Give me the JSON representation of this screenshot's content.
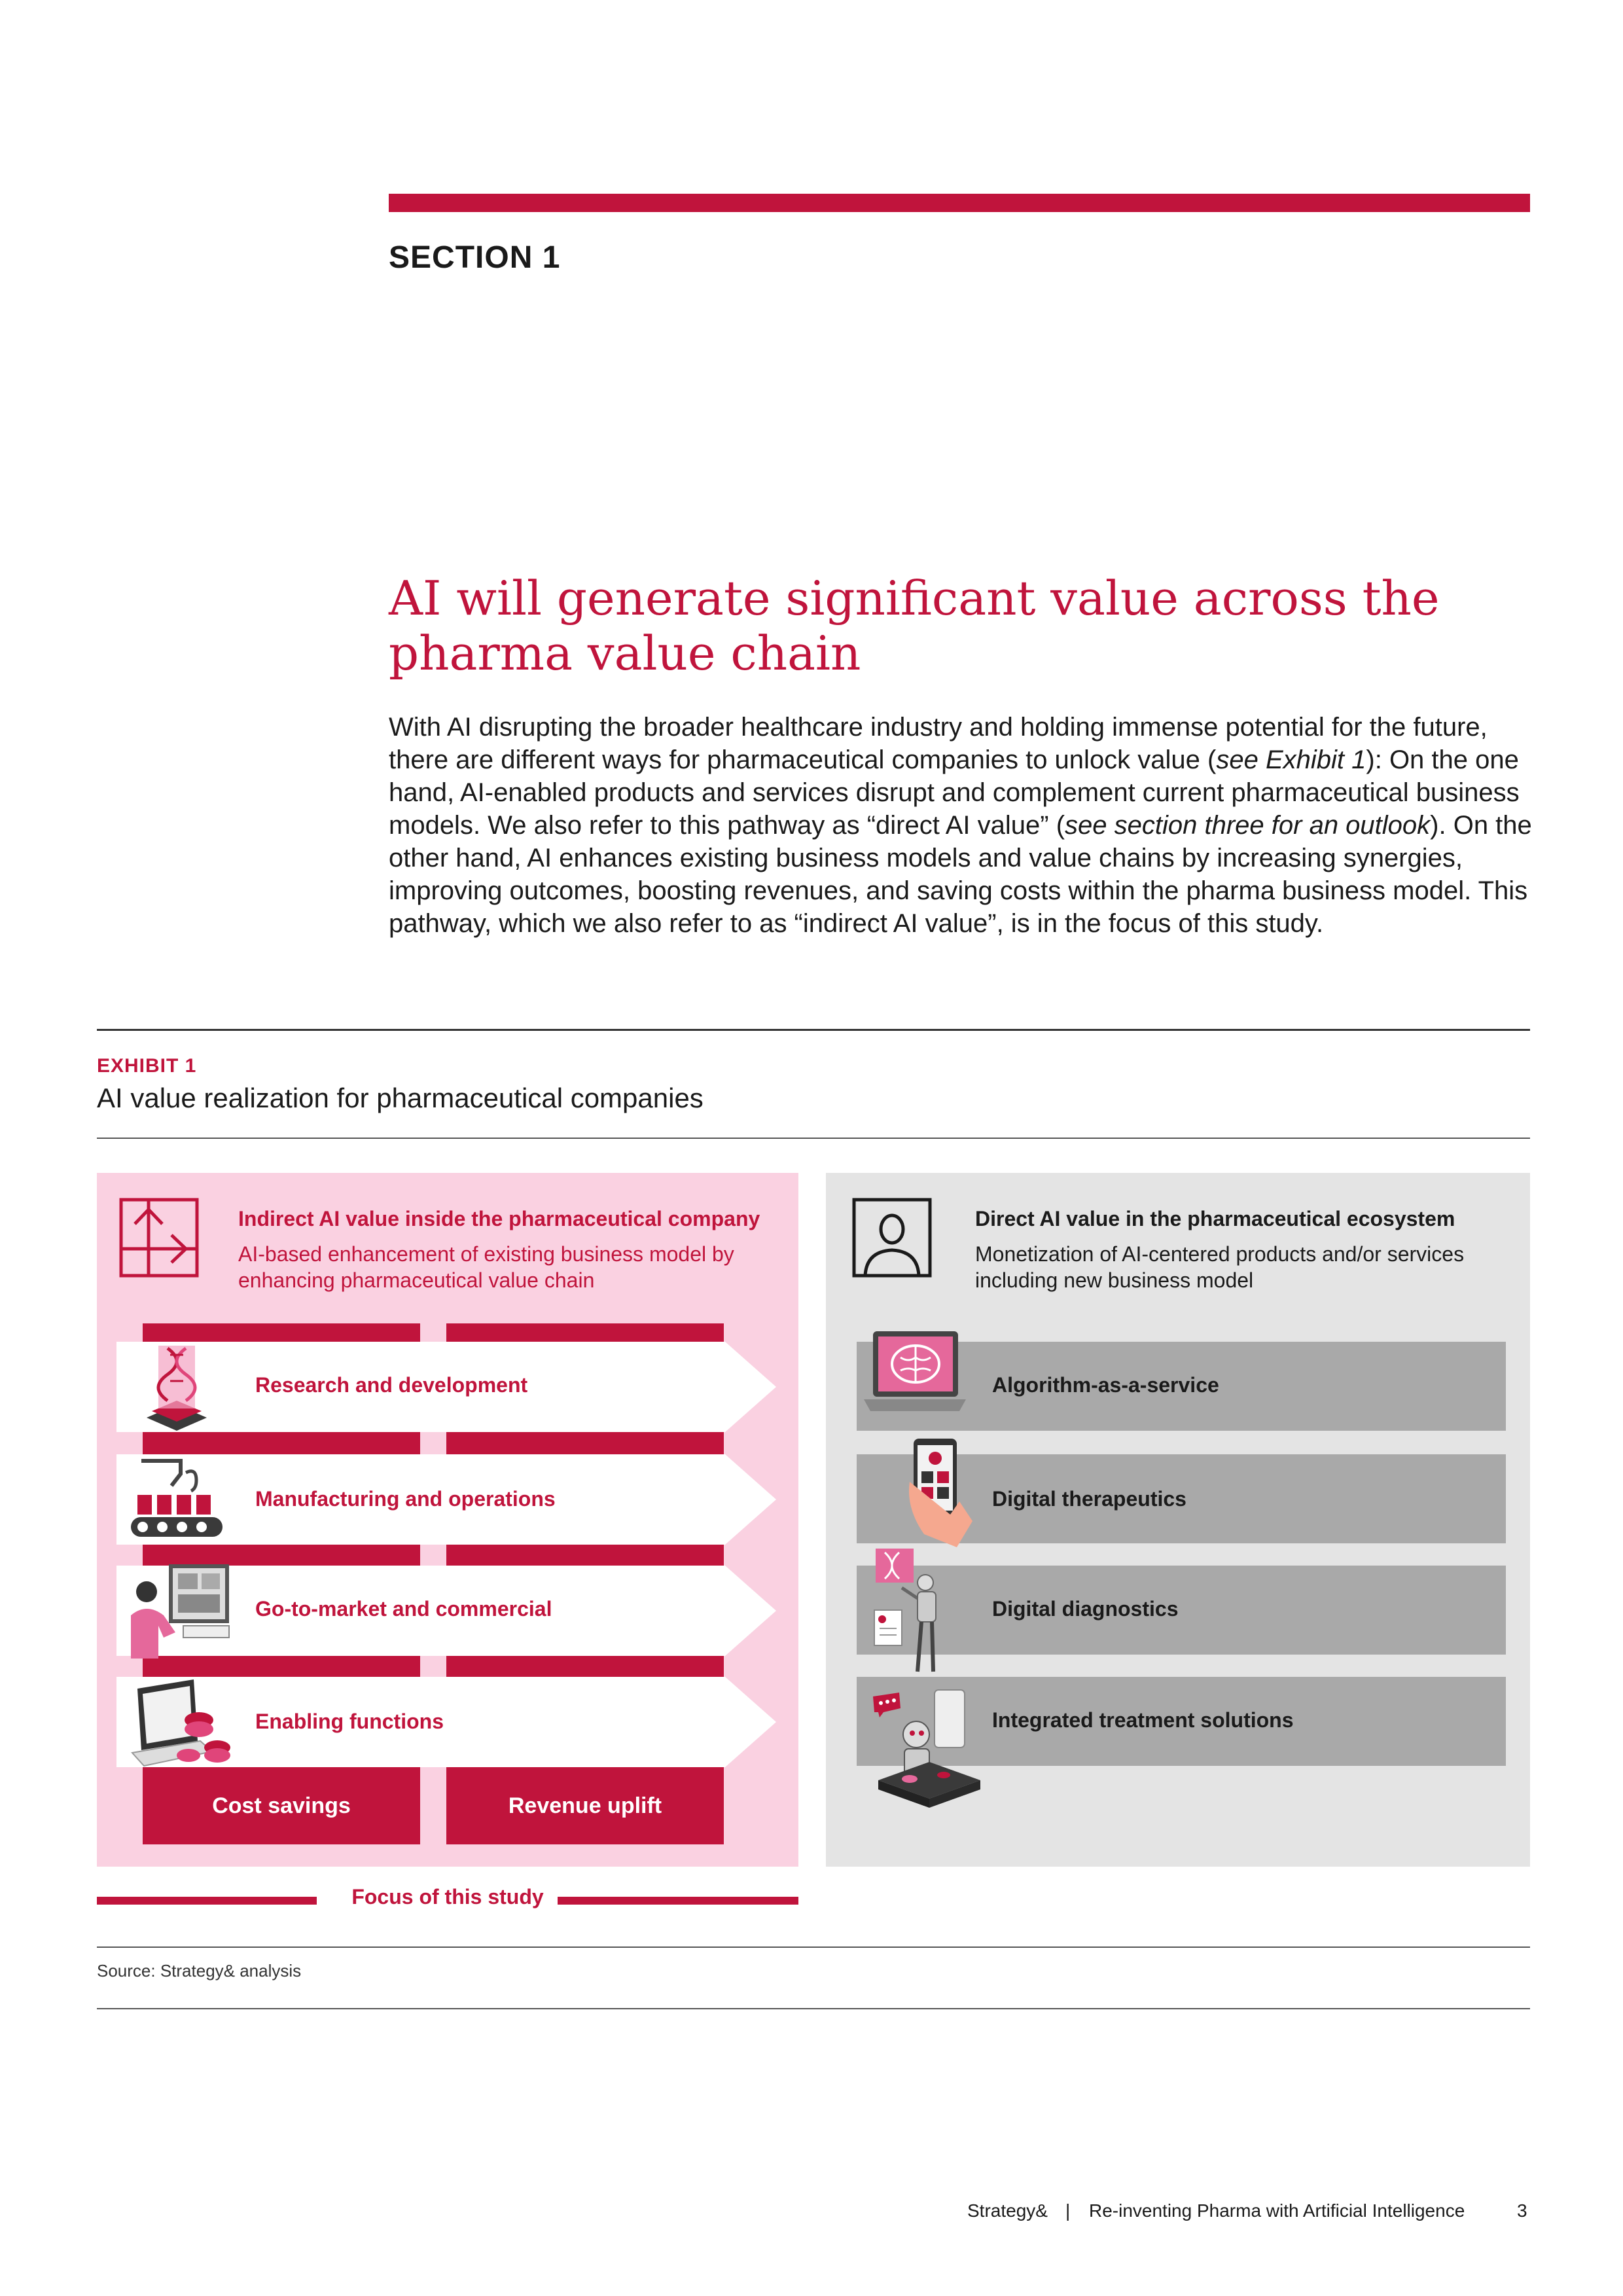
{
  "section_label": "SECTION 1",
  "headline": "AI will generate significant value across the pharma value chain",
  "intro": {
    "p1": "With AI disrupting the broader healthcare industry and holding immense potential for the future, there are different ways for pharmaceutical companies to unlock value (",
    "p1_em": "see Exhibit 1",
    "p2": "): On the one hand, AI-enabled products and services disrupt and complement current pharmaceutical business models. We also refer to this pathway as “direct AI value” (",
    "p2_em": "see section three for an outlook",
    "p3": "). On the other hand, AI enhances existing business models and value chains by increasing synergies, improving outcomes, boosting revenues, and saving costs within the pharma business model. This pathway, which we also refer to as “indirect AI value”, is in the focus of this study."
  },
  "exhibit": {
    "label": "EXHIBIT 1",
    "title": "AI value realization for pharmaceutical companies",
    "left": {
      "heading": "Indirect AI value inside the pharmaceutical company",
      "sub": "AI-based enhancement of existing business model by enhancing pharmaceutical value chain",
      "rows": [
        {
          "label": "Research and development",
          "icon": "dna-icon"
        },
        {
          "label": "Manufacturing and operations",
          "icon": "conveyor-icon"
        },
        {
          "label": "Go-to-market and commercial",
          "icon": "person-at-screen-icon"
        },
        {
          "label": "Enabling functions",
          "icon": "laptop-coins-icon"
        }
      ],
      "cost_label": "Cost savings",
      "revenue_label": "Revenue uplift"
    },
    "right": {
      "heading": "Direct AI value in the pharmaceutical ecosystem",
      "sub": "Monetization of AI-centered products and/or services including new business model",
      "rows": [
        {
          "label": "Algorithm-as-a-service",
          "icon": "laptop-brain-icon"
        },
        {
          "label": "Digital therapeutics",
          "icon": "phone-app-icon"
        },
        {
          "label": "Digital diagnostics",
          "icon": "robot-dna-icon"
        },
        {
          "label": "Integrated treatment solutions",
          "icon": "robot-platform-icon"
        }
      ]
    },
    "focus_label": "Focus of this study",
    "source": "Source: Strategy& analysis"
  },
  "footer": {
    "brand": "Strategy&",
    "separator": "|",
    "publication": "Re-inventing Pharma with Artificial Intelligence",
    "page_number": "3"
  },
  "colors": {
    "accent": "#c0143c",
    "pink_bg": "#fad1e1",
    "grey_bg": "#e4e4e4",
    "grey_bar": "#a9a9a9"
  }
}
